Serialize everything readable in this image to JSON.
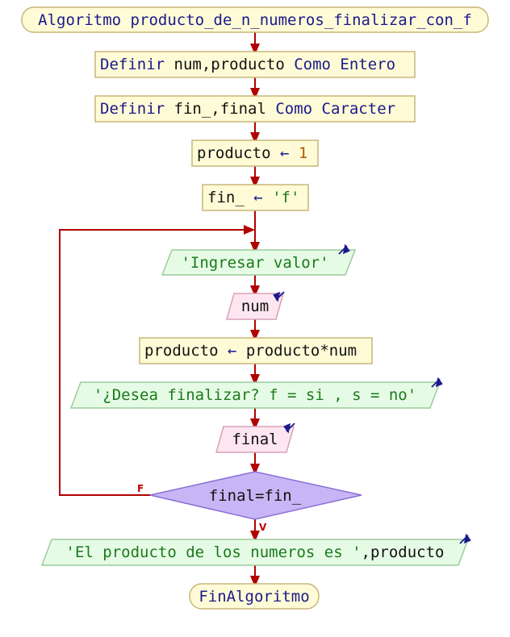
{
  "flowchart": {
    "start": "Algoritmo producto_de_n_numeros_finalizar_con_f",
    "def1": {
      "kw1": "Definir",
      "vars": " num,producto ",
      "kw2": "Como Entero"
    },
    "def2": {
      "kw1": "Definir",
      "vars": " fin_,final ",
      "kw2": "Como Caracter"
    },
    "assign1": {
      "lhs": "producto ",
      "arrow": "←",
      "rhs": " 1"
    },
    "assign2": {
      "lhs": "fin_ ",
      "arrow": "←",
      "rhs": " 'f'"
    },
    "out1": "'Ingresar valor'",
    "in1": "num",
    "assign3": {
      "lhs": "producto ",
      "arrow": "←",
      "rhs": " producto*num"
    },
    "out2": "'¿Desea finalizar? f = si , s = no'",
    "in2": "final",
    "decision": "final=fin_",
    "label_false": "F",
    "label_true": "V",
    "out3": {
      "str": "'El producto de los numeros es '",
      "rest": ",producto"
    },
    "end": "FinAlgoritmo"
  },
  "colors": {
    "line": "#b00000",
    "terminal_fill": "#fffbd6",
    "process_fill": "#fffbd6",
    "output_fill": "#e6fbe6",
    "input_fill": "#fde6f0",
    "decision_fill": "#c8b5f5"
  }
}
